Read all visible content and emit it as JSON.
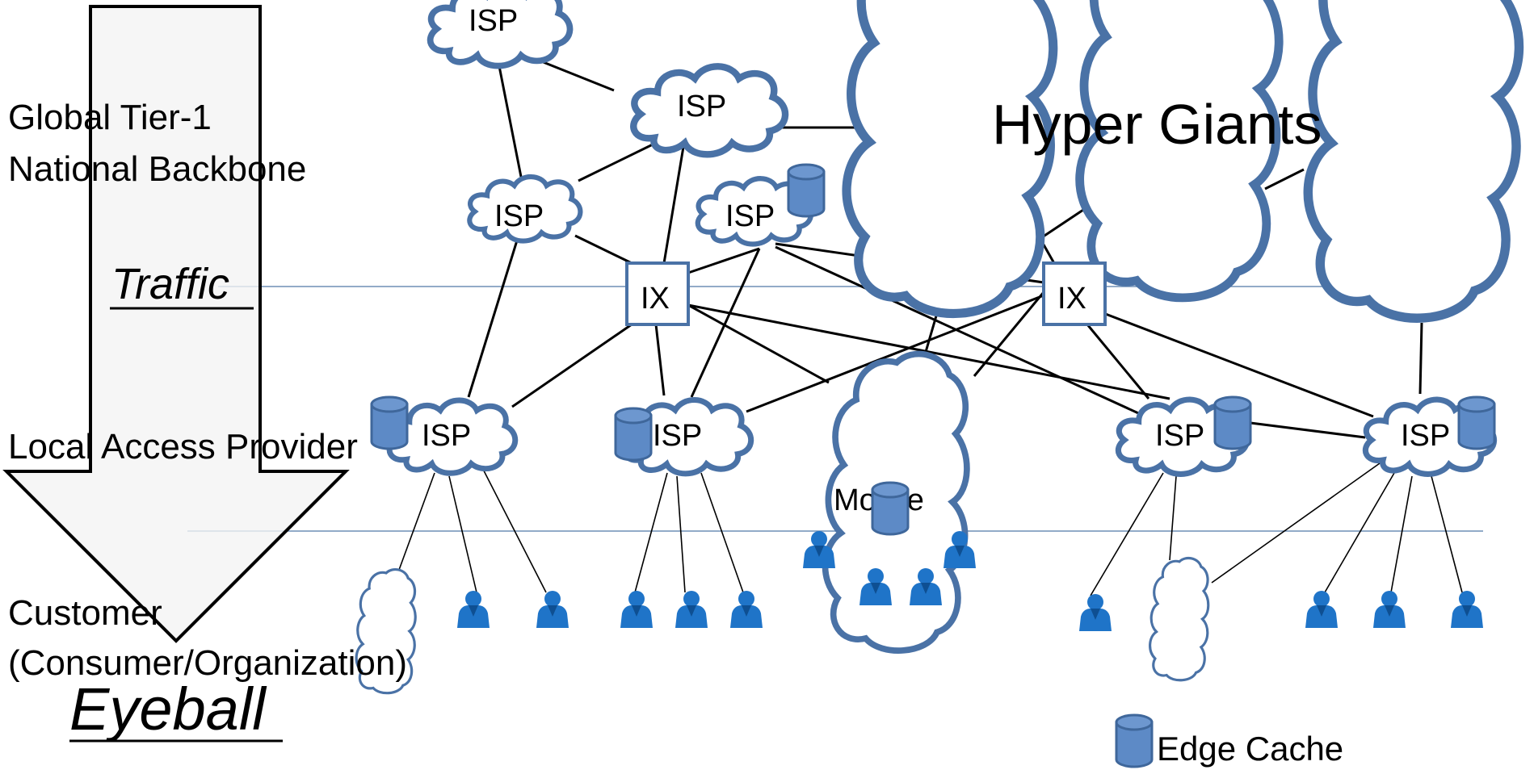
{
  "levels": {
    "global": {
      "line1": "Global Tier-1",
      "line2": "National Backbone"
    },
    "local": "Local Access Provider",
    "customer": {
      "line1": "Customer",
      "line2": "(Consumer/Organization)"
    }
  },
  "arrow": {
    "top_label": "Traffic",
    "bottom_label": "Eyeball"
  },
  "nodes": {
    "isp_label": "ISP",
    "ix_label": "IX",
    "mobile_label": "Mobile",
    "hyper_giants_label": "Hyper Giants"
  },
  "legend": {
    "edge_cache_label": "Edge Cache"
  },
  "colors": {
    "cloud_outline": "#4a72a6",
    "edge_cache": "#5d8ac6",
    "user_icon": "#1f74c8",
    "links": "#000000"
  }
}
